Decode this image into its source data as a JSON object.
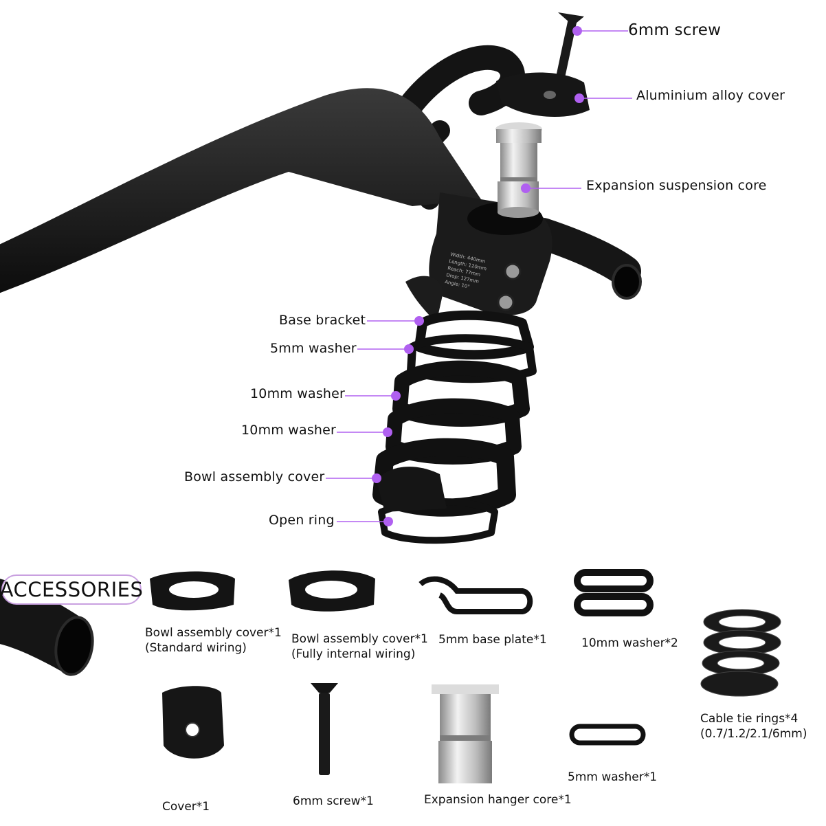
{
  "colors": {
    "accent": "#b060f0",
    "part": "#151515",
    "metal": "#c8c8c8"
  },
  "callouts": {
    "screw": "6mm screw",
    "cover": "Aluminium alloy cover",
    "core": "Expansion suspension core",
    "base_bracket": "Base bracket",
    "washer5": "5mm washer",
    "washer10a": "10mm washer",
    "washer10b": "10mm washer",
    "bowl_cover": "Bowl assembly cover",
    "open_ring": "Open ring"
  },
  "section_title": "ACCESSORIES",
  "accessories": {
    "bowl_std": {
      "line1": "Bowl assembly cover*1",
      "line2": "(Standard wiring)"
    },
    "bowl_int": {
      "line1": "Bowl assembly cover*1",
      "line2": "(Fully internal wiring)"
    },
    "base_plate": "5mm base plate*1",
    "washer10": "10mm washer*2",
    "cable_rings": {
      "line1": "Cable tie rings*4",
      "line2": "(0.7/1.2/2.1/6mm)"
    },
    "cover": "Cover*1",
    "screw": "6mm screw*1",
    "core": "Expansion hanger core*1",
    "washer5": "5mm washer*1"
  },
  "stem_spec_lines": [
    "Width: 440mm",
    "Length: 120mm",
    "Reach: 77mm",
    "Drop: 127mm",
    "Angle: 10°"
  ]
}
